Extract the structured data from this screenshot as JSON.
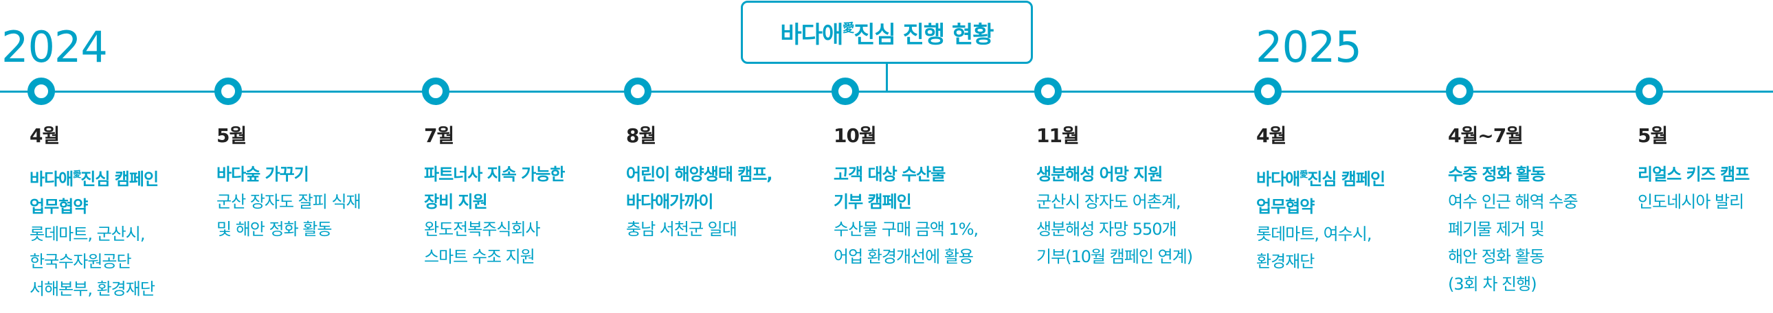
{
  "title": "바다애愛진심 진행 현황",
  "title_parts": {
    "pre": "바다애",
    "sup": "愛",
    "post": "진심 진행 현황"
  },
  "years": [
    "2024",
    "2025"
  ],
  "accent_color": "#00a2c7",
  "items": [
    {
      "month": "4월",
      "bold": [
        "바다애愛진심 캠페인",
        "업무협약"
      ],
      "text": [
        "롯데마트, 군산시,",
        "한국수자원공단",
        "서해본부, 환경재단"
      ]
    },
    {
      "month": "5월",
      "bold": [
        "바다숲 가꾸기"
      ],
      "text": [
        "군산 장자도 잘피 식재",
        "및 해안 정화 활동"
      ]
    },
    {
      "month": "7월",
      "bold": [
        "파트너사 지속 가능한",
        "장비 지원"
      ],
      "text": [
        "완도전복주식회사",
        "스마트 수조 지원"
      ]
    },
    {
      "month": "8월",
      "bold": [
        "어린이 해양생태 캠프,",
        "바다애가까이"
      ],
      "text": [
        "충남 서천군 일대"
      ]
    },
    {
      "month": "10월",
      "bold": [
        "고객 대상 수산물",
        "기부 캠페인"
      ],
      "text": [
        "수산물 구매 금액 1%,",
        "어업 환경개선에 활용"
      ]
    },
    {
      "month": "11월",
      "bold": [
        "생분해성 어망 지원"
      ],
      "text": [
        "군산시 장자도 어촌계,",
        "생분해성 자망 550개",
        "기부(10월 캠페인 연계)"
      ]
    },
    {
      "month": "4월",
      "bold": [
        "바다애愛진심 캠페인",
        "업무협약"
      ],
      "text": [
        "롯데마트, 여수시,",
        "환경재단"
      ]
    },
    {
      "month": "4월~7월",
      "bold": [
        "수중 정화 활동"
      ],
      "text": [
        "여수 인근 해역 수중",
        "폐기물 제거 및",
        "해안 정화 활동",
        "(3회 차 진행)"
      ]
    },
    {
      "month": "5월",
      "bold": [
        "리얼스 키즈 캠프"
      ],
      "text": [
        "인도네시아 발리"
      ]
    }
  ]
}
